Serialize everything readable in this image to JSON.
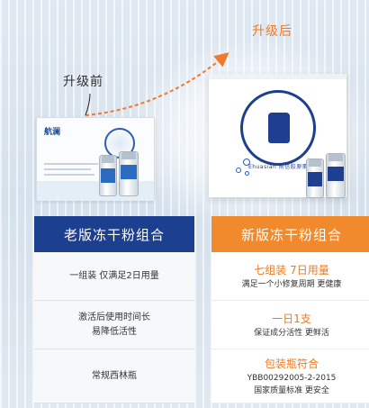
{
  "labels": {
    "before": "升级前",
    "after": "升级后"
  },
  "old_product": {
    "brand": "航澜"
  },
  "new_product": {
    "brand": "Ehuasian 前信胶原蛋白"
  },
  "table": {
    "old": {
      "header": "老版冻干粉组合",
      "rows": [
        [
          "一组装 仅满足2日用量"
        ],
        [
          "激活后使用时间长",
          "易降低活性"
        ],
        [
          "常规西林瓶"
        ]
      ]
    },
    "new": {
      "header": "新版冻干粉组合",
      "rows": [
        {
          "title": "七组装 7日用量",
          "lines": [
            "满足一个小修复周期  更健康"
          ]
        },
        {
          "title": "一日1支",
          "lines": [
            "保证成分活性  更鲜活"
          ]
        },
        {
          "title": "包装瓶符合",
          "lines": [
            "YBB00292005-2-2015",
            "国家质量标准 更安全"
          ]
        }
      ]
    }
  },
  "colors": {
    "old_header": "#1d3f90",
    "new_header": "#f08a2c",
    "accent_orange": "#ee7a22"
  }
}
